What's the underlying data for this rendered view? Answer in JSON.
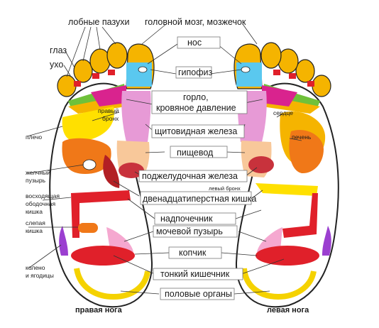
{
  "labels": {
    "frontal_sinuses": "лобные пазухи",
    "brain": "головной мозг, мозжечок",
    "eye": "глаз",
    "ear": "ухо",
    "nose": "нос",
    "pituitary": "гипофиз",
    "throat_1": "горло,",
    "throat_2": "кровяное давление",
    "right_bronchus_1": "правый",
    "right_bronchus_2": "бронх",
    "heart": "сердце",
    "shoulder": "плечо",
    "thyroid": "щитовидная железа",
    "liver": "печень",
    "esophagus": "пищевод",
    "gallbladder_1": "желчный",
    "gallbladder_2": "пузырь",
    "pancreas": "поджелудочная железа",
    "ascending_colon_1": "восходящая",
    "ascending_colon_2": "ободочная",
    "ascending_colon_3": "кишка",
    "left_bronchus": "левый бронх",
    "duodenum": "двенадцатиперстная кишка",
    "cecum_1": "слепая",
    "cecum_2": "кишка",
    "adrenal": "надпочечник",
    "bladder": "мочевой пузырь",
    "coccyx": "копчик",
    "knee_1": "колено",
    "knee_2": "и ягодицы",
    "small_intestine": "тонкий кишечник",
    "genitals": "половые органы",
    "right_foot": "правая нога",
    "left_foot": "левая нога"
  }
}
